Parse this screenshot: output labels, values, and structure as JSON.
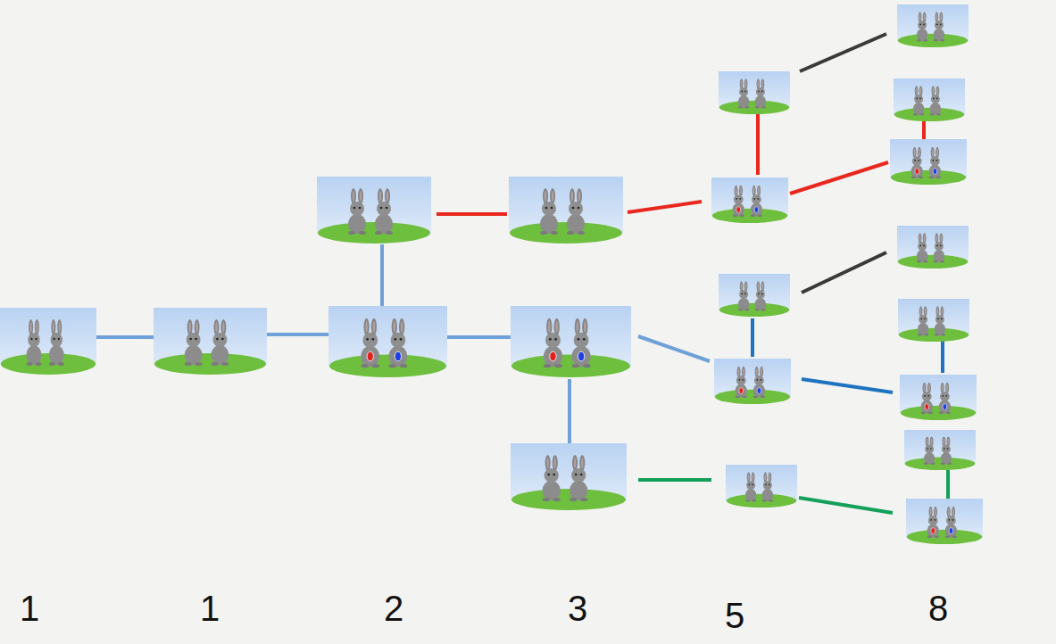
{
  "diagram": {
    "labels": [
      "1",
      "1",
      "2",
      "3",
      "5",
      "8"
    ]
  }
}
